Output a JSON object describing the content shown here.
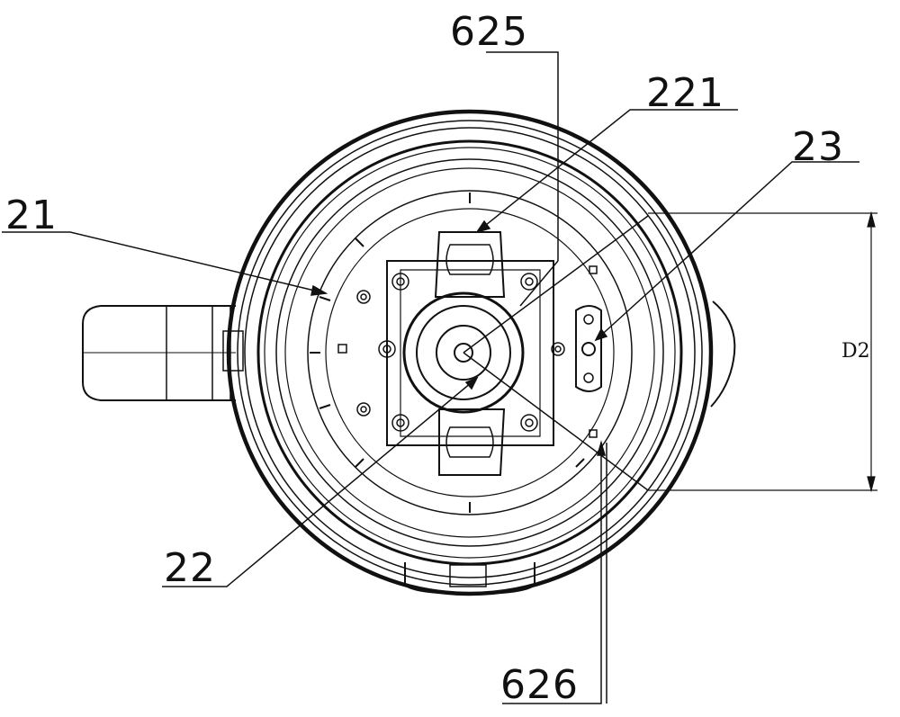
{
  "labels": {
    "l625": "625",
    "l221": "221",
    "l23": "23",
    "l21": "21",
    "l22": "22",
    "l626": "626",
    "d2": "D2"
  },
  "colors": {
    "ink": "#111111",
    "paper": "#ffffff"
  }
}
